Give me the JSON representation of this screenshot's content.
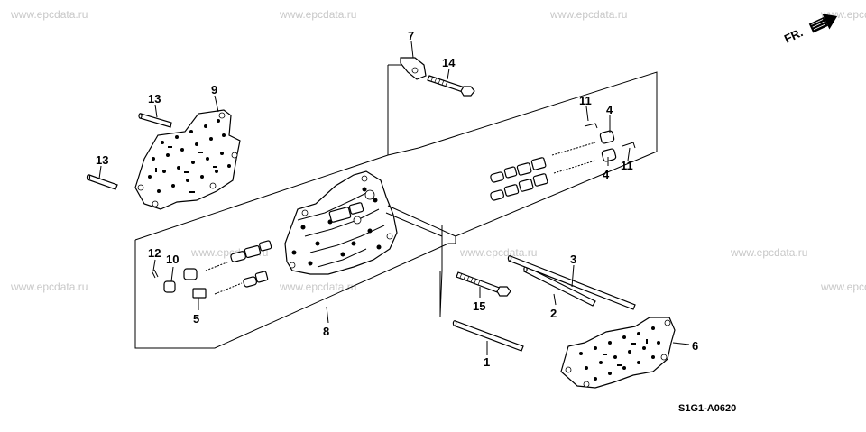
{
  "watermarks": [
    "www.epcdata.ru",
    "www.epcdata.ru",
    "www.epcdata.ru",
    "www.epcdata.ru",
    "www.epcdata.ru",
    "www.epcdata.ru",
    "www.epcdata.ru",
    "www.epcdata.ru",
    "www.epcdata.ru",
    "www.epcdata.ru"
  ],
  "direction_label": "FR.",
  "diagram_code": "S1G1-A0620",
  "callouts": {
    "c1": "1",
    "c2": "2",
    "c3": "3",
    "c4a": "4",
    "c4b": "4",
    "c5": "5",
    "c6": "6",
    "c7": "7",
    "c8": "8",
    "c9": "9",
    "c10": "10",
    "c11a": "11",
    "c11b": "11",
    "c12": "12",
    "c13a": "13",
    "c13b": "13",
    "c14": "14",
    "c15": "15"
  }
}
